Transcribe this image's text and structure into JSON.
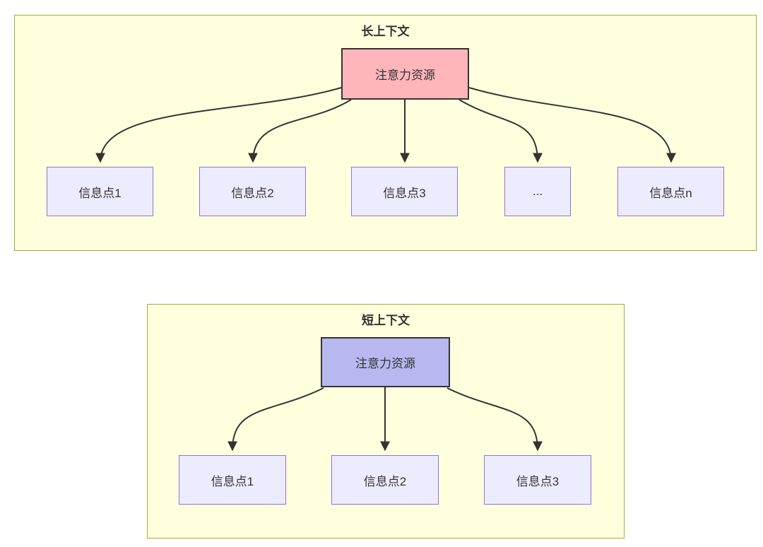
{
  "diagram": {
    "colors": {
      "panel_fill": "#ffffde",
      "panel_border": "#aaaa33",
      "long_attention_fill": "#ffb6bb",
      "short_attention_fill": "#b8b8f0",
      "node_fill": "#ececff",
      "node_border": "#9370db",
      "edge_color": "#333333",
      "text_color": "#333333"
    },
    "long_context": {
      "title": "长上下文",
      "attention_label": "注意力资源",
      "nodes": [
        "信息点1",
        "信息点2",
        "信息点3",
        "...",
        "信息点n"
      ]
    },
    "short_context": {
      "title": "短上下文",
      "attention_label": "注意力资源",
      "nodes": [
        "信息点1",
        "信息点2",
        "信息点3"
      ]
    }
  }
}
